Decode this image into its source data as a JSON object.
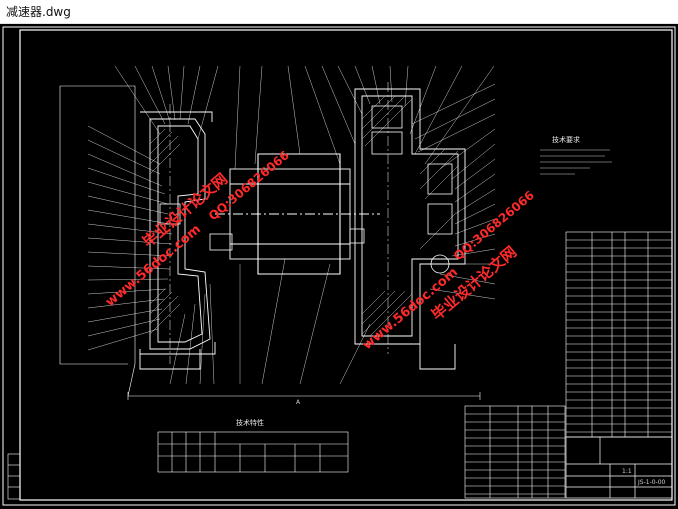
{
  "window": {
    "title": "减速器.dwg"
  },
  "drawing": {
    "tech_requirements_title": "技术要求",
    "params_table_title": "技术特性",
    "bottom_label": "A",
    "title_block_ratio": "1:1",
    "title_block_code": "JS-1-0-00"
  },
  "watermarks": [
    {
      "text": "毕业设计论文网"
    },
    {
      "text": "www.56doc.com"
    },
    {
      "text": "QQ:306826066"
    },
    {
      "text": "www.56doc.com"
    },
    {
      "text": "QQ:306826066"
    },
    {
      "text": "毕业设计论文网"
    }
  ],
  "colors": {
    "background": "#000000",
    "line": "#ffffff",
    "watermark": "#ff2a2a",
    "hatch": "#bfbfbf"
  }
}
